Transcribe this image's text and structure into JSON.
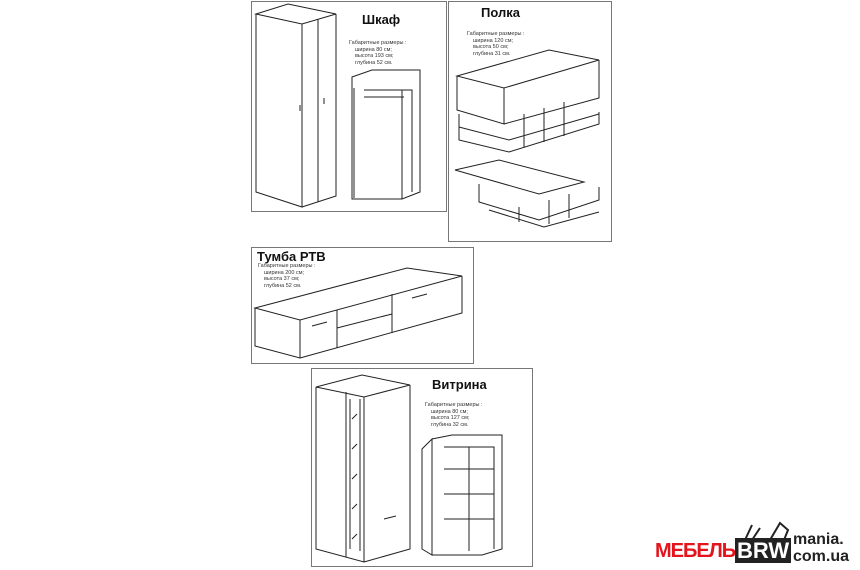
{
  "dims_label": "Габаритные размеры :",
  "items": [
    {
      "title": "Шкаф",
      "width": "ширина 80 см;",
      "height": "высота 193 см;",
      "depth": "глубина 52 см."
    },
    {
      "title": "Полка",
      "width": "ширина 120 см;",
      "height": "высота 50 см;",
      "depth": "глубина 31 см."
    },
    {
      "title": "Тумба РТВ",
      "width": "ширина 200 см;",
      "height": "высота 37 см;",
      "depth": "глубина 52 см."
    },
    {
      "title": "Витрина",
      "width": "ширина 80 см;",
      "height": "высота 127 см;",
      "depth": "глубина 32 см."
    }
  ],
  "logo": {
    "brand_red": "МЕБЕЛЬ",
    "brand_box": "BRW",
    "site": "mania.",
    "domain": "com.ua",
    "red": "#e3141b"
  }
}
